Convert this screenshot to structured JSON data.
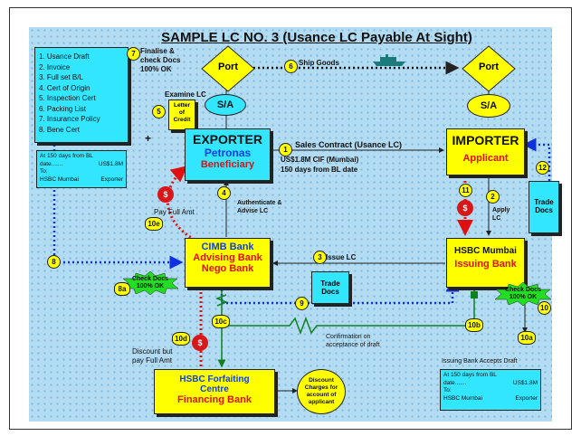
{
  "title": "SAMPLE LC NO. 3 (Usance LC Payable At Sight)",
  "documents": [
    "1. Usance Draft",
    "2. Invoice",
    "3. Full set B/L",
    "4. Cert of Origin",
    "5. Inspection Cert",
    "6. Packing List",
    "7. Insurance Policy",
    "8. Bene Cert"
  ],
  "plus": "+",
  "draft_left": {
    "line1": "At 150 days from BL",
    "line2": "date.......",
    "amount": "US$1.8M",
    "to_label": "To:",
    "to": "HSBC Mumbai",
    "from": "Exporter"
  },
  "draft_right": {
    "line1": "At 150 days from BL",
    "line2": "date.......",
    "amount": "US$1.8M",
    "to_label": "To:",
    "to": "HSBC Mumbai",
    "from": "Exporter"
  },
  "ports": {
    "left": "Port",
    "right": "Port",
    "sa_left": "S/A",
    "sa_right": "S/A"
  },
  "exporter": {
    "title": "EXPORTER",
    "name": "Petronas",
    "role": "Beneficiary"
  },
  "importer": {
    "title": "IMPORTER",
    "role": "Applicant"
  },
  "cimb": {
    "title": "CIMB Bank",
    "role1": "Advising Bank",
    "role2": "Nego Bank"
  },
  "hsbc_mumbai": {
    "title": "HSBC Mumbai",
    "role": "Issuing Bank"
  },
  "hsbc_forfaiting": {
    "title1": "HSBC Forfaiting",
    "title2": "Centre",
    "role": "Financing Bank"
  },
  "discount_oval": [
    "Discount",
    "Charges for",
    "account of",
    "applicant"
  ],
  "letter_of_credit": [
    "Letter",
    "of",
    "Credit"
  ],
  "trade_docs_right": [
    "Trade",
    "Docs"
  ],
  "trade_docs_mid": [
    "Trade",
    "Docs"
  ],
  "labels": {
    "finalise": [
      "Finalise &",
      "check Docs",
      "100% OK"
    ],
    "ship_goods": "Ship Goods",
    "examine_lc": "Examine LC",
    "sales_contract": "Sales Contract (Usance LC)",
    "amount_line": "US$1.8M  CIF (Mumbai)",
    "days_line": "150 days from BL date",
    "authenticate": [
      "Authenticate &",
      "Advise LC"
    ],
    "pay_full": "Pay Full Amt",
    "apply_lc": [
      "Apply",
      "LC"
    ],
    "issue_lc": "Issue LC",
    "check_docs_left": [
      "Check Docs",
      "100% OK"
    ],
    "check_docs_right": [
      "Check Docs",
      "100% OK"
    ],
    "confirmation": [
      "Confirmation on",
      "acceptance of draft"
    ],
    "discount_but": [
      "Discount but",
      "pay Full Amt"
    ],
    "issuing_accepts": "Issuing Bank Accepts Draft"
  },
  "numbers": {
    "n1": "1",
    "n2": "2",
    "n3": "3",
    "n4": "4",
    "n5": "5",
    "n6": "6",
    "n7": "7",
    "n8": "8",
    "n8a": "8a",
    "n9": "9",
    "n10": "10",
    "n10a": "10a",
    "n10b": "10b",
    "n10c": "10c",
    "n10d": "10d",
    "n10e": "10e",
    "n11": "11",
    "n12": "12"
  },
  "bag_symbol": "$",
  "colors": {
    "background": "#b3dcf2",
    "yellow": "#ffff00",
    "cyan": "#33e6ff",
    "red_text": "#e01010",
    "blue_text": "#1040e0",
    "arrow_blue": "#1030e0",
    "arrow_red": "#e01010",
    "arrow_green": "#108020"
  }
}
